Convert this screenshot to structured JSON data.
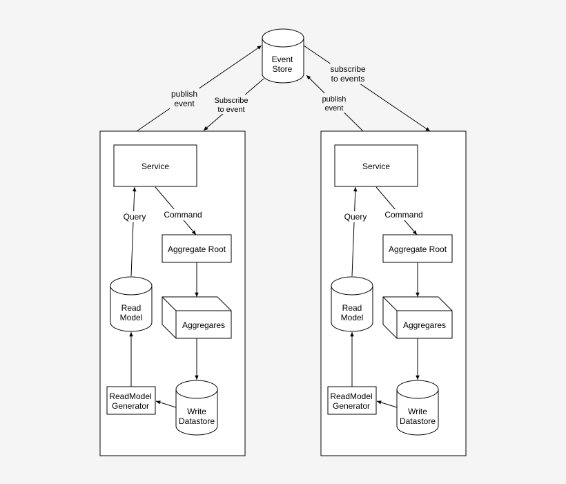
{
  "event_store": {
    "line1": "Event",
    "line2": "Store"
  },
  "edges": {
    "left_publish": {
      "line1": "publish",
      "line2": "event"
    },
    "left_subscribe": {
      "line1": "Subscribe",
      "line2": "to event"
    },
    "right_publish": {
      "line1": "publish",
      "line2": "event"
    },
    "right_subscribe": {
      "line1": "subscribe",
      "line2": "to events"
    }
  },
  "services": [
    {
      "service": "Service",
      "query": "Query",
      "command": "Command",
      "aggregate_root": "Aggregate Root",
      "aggregates": "Aggregares",
      "read_model": {
        "line1": "Read",
        "line2": "Model"
      },
      "readmodel_generator": {
        "line1": "ReadModel",
        "line2": "Generator"
      },
      "write_datastore": {
        "line1": "Write",
        "line2": "Datastore"
      }
    },
    {
      "service": "Service",
      "query": "Query",
      "command": "Command",
      "aggregate_root": "Aggregate Root",
      "aggregates": "Aggregares",
      "read_model": {
        "line1": "Read",
        "line2": "Model"
      },
      "readmodel_generator": {
        "line1": "ReadModel",
        "line2": "Generator"
      },
      "write_datastore": {
        "line1": "Write",
        "line2": "Datastore"
      }
    }
  ]
}
